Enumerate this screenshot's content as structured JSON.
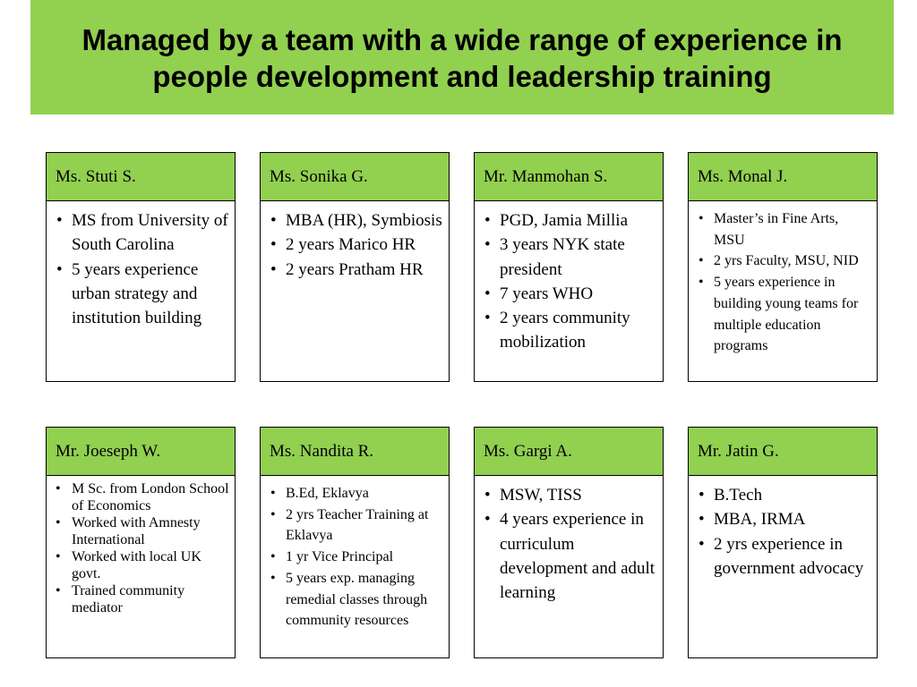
{
  "title": "Managed by a team with a wide range of experience in people development and leadership training",
  "cards": [
    {
      "name": "Ms. Stuti S.",
      "items": [
        "MS from University of South Carolina",
        "5 years experience urban strategy and institution building"
      ]
    },
    {
      "name": "Ms. Sonika G.",
      "items": [
        "MBA (HR), Symbiosis",
        "2 years Marico HR",
        "2 years Pratham HR"
      ]
    },
    {
      "name": "Mr. Manmohan S.",
      "items": [
        "PGD, Jamia Millia",
        "3 years NYK state president",
        "7 years WHO",
        "2 years community mobilization"
      ]
    },
    {
      "name": "Ms. Monal J.",
      "items": [
        "Master’s in Fine Arts, MSU",
        "2 yrs Faculty, MSU, NID",
        "5 years experience in building young teams for multiple education programs"
      ]
    },
    {
      "name": "Mr. Joeseph W.",
      "items": [
        "M Sc. from London School of Economics",
        "Worked with Amnesty International",
        "Worked with local UK govt.",
        "Trained community mediator"
      ]
    },
    {
      "name": "Ms. Nandita R.",
      "items": [
        "B.Ed, Eklavya",
        "2 yrs Teacher Training at Eklavya",
        "1 yr Vice Principal",
        "5 years exp. managing remedial classes through community resources"
      ]
    },
    {
      "name": "Ms. Gargi A.",
      "items": [
        "MSW, TISS",
        "4 years experience in curriculum development and adult learning"
      ]
    },
    {
      "name": "Mr. Jatin G.",
      "items": [
        "B.Tech",
        "MBA, IRMA",
        "2 yrs experience in government advocacy"
      ]
    }
  ],
  "colors": {
    "accent": "#92d050",
    "border": "#000000"
  }
}
